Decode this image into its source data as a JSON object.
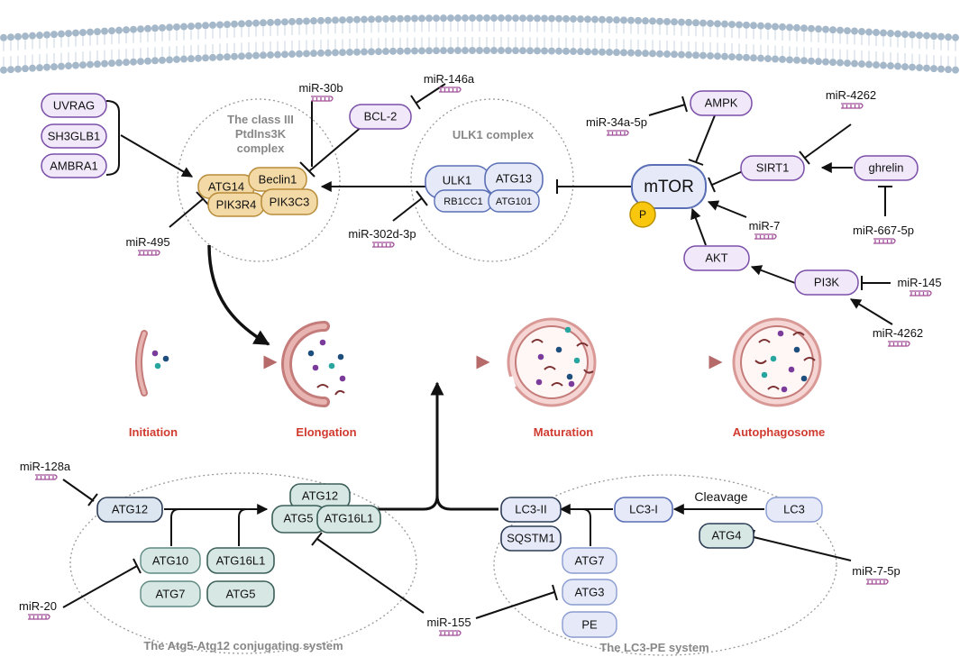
{
  "groups": {
    "pi3k_complex": "The class III PtdIns3K complex",
    "pi3k_line1": "The class III",
    "pi3k_line2": "PtdIns3K",
    "pi3k_line3": "complex",
    "ulk1_complex": "ULK1 complex",
    "atg5_system": "The Atg5-Atg12 conjugating system",
    "lc3_system": "The LC3-PE system"
  },
  "proteins": {
    "uvrag": "UVRAG",
    "sh3glb1": "SH3GLB1",
    "ambra1": "AMBRA1",
    "atg14": "ATG14",
    "beclin1": "Beclin1",
    "pik3r4": "PIK3R4",
    "pik3c3": "PIK3C3",
    "bcl2": "BCL-2",
    "ulk1": "ULK1",
    "atg13": "ATG13",
    "rb1cc1": "RB1CC1",
    "atg101": "ATG101",
    "ampk": "AMPK",
    "mtor": "mTOR",
    "p": "P",
    "sirt1": "SIRT1",
    "ghrelin": "ghrelin",
    "akt": "AKT",
    "pi3k": "PI3K",
    "atg12_a": "ATG12",
    "atg10": "ATG10",
    "atg7_a": "ATG7",
    "atg16l1_a": "ATG16L1",
    "atg5_a": "ATG5",
    "atg12_b": "ATG12",
    "atg5_b": "ATG5",
    "atg16l1_b": "ATG16L1",
    "lc3ii": "LC3-II",
    "sqstm1": "SQSTM1",
    "atg7_b": "ATG7",
    "atg3": "ATG3",
    "pe": "PE",
    "lc3i": "LC3-I",
    "lc3": "LC3",
    "atg4": "ATG4"
  },
  "mirnas": {
    "mir30b": "miR-30b",
    "mir146a": "miR-146a",
    "mir495": "miR-495",
    "mir302": "miR-302d-3p",
    "mir34a": "miR-34a-5p",
    "mir4262_top": "miR-4262",
    "mir7": "miR-7",
    "mir667": "miR-667-5p",
    "mir145": "miR-145",
    "mir4262_bot": "miR-4262",
    "mir128a": "miR-128a",
    "mir20": "miR-20",
    "mir155": "miR-155",
    "mir7_5p": "miR-7-5p"
  },
  "labels": {
    "cleavage": "Cleavage"
  },
  "stages": {
    "initiation": "Initiation",
    "elongation": "Elongation",
    "maturation": "Maturation",
    "autophagosome": "Autophagosome"
  },
  "colors": {
    "purple_border": "#7a4fa8",
    "purple_fill": "#f1e9fa",
    "blue_border": "#5a6fb5",
    "blue_fill": "#e5e9f8",
    "tan_border": "#b78c3a",
    "tan_fill": "#f3d9a6",
    "teal_border": "#3b5e58",
    "teal_fill": "#d7e7e4",
    "stage_red": "#d03a2f",
    "vesicle_pink": "#e4a6a3",
    "vesicle_dark": "#c47c7a",
    "mirna": "#a2519a",
    "membrane": "#a5b8c9"
  }
}
